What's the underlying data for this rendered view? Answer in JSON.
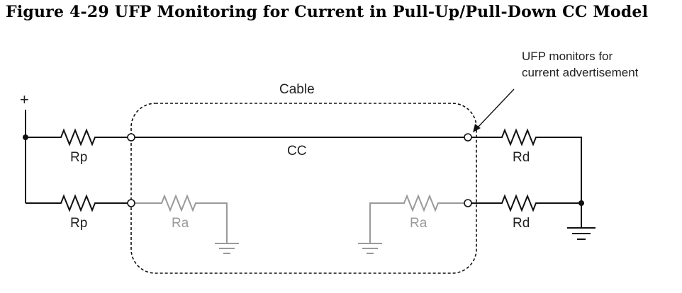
{
  "title": "Figure 4-29  UFP Monitoring for Current in Pull-Up/Pull-Down CC Model",
  "labels": {
    "plus": "+",
    "cable": "Cable",
    "cc": "CC",
    "rp_top": "Rp",
    "rp_bottom": "Rp",
    "ra_left": "Ra",
    "ra_right": "Ra",
    "rd_top": "Rd",
    "rd_bottom": "Rd"
  },
  "annotation": {
    "line1": "UFP monitors for",
    "line2": "current advertisement"
  },
  "colors": {
    "active": "#111111",
    "inactive": "#9a9a9a"
  }
}
